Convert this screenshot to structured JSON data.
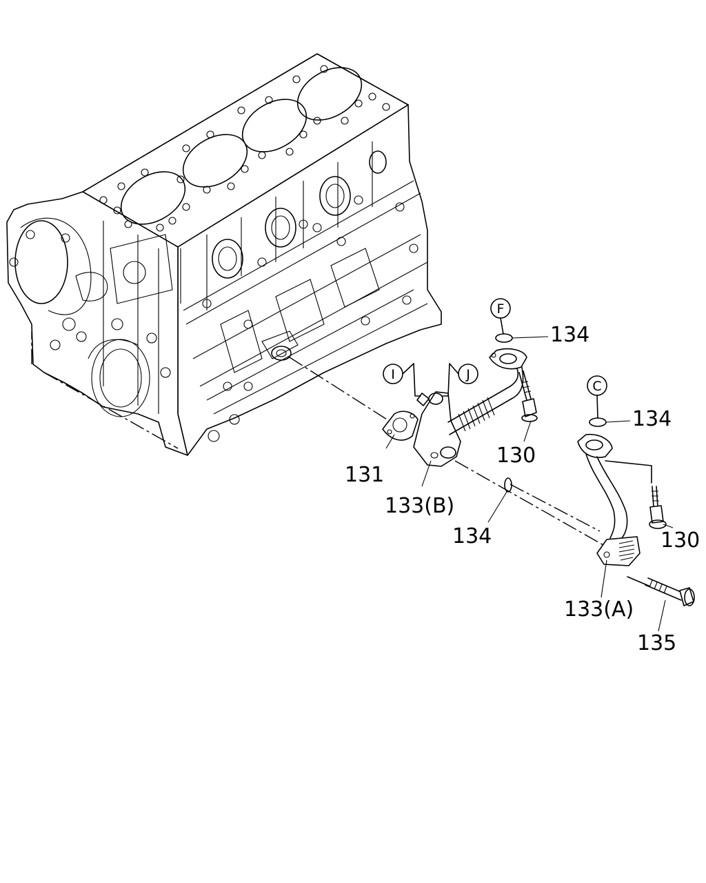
{
  "diagram": {
    "callouts": [
      {
        "id": "c-134-f",
        "text": "134"
      },
      {
        "id": "c-134-c",
        "text": "134"
      },
      {
        "id": "c-134-mid",
        "text": "134"
      },
      {
        "id": "c-130-top",
        "text": "130"
      },
      {
        "id": "c-130-right",
        "text": "130"
      },
      {
        "id": "c-131",
        "text": "131"
      },
      {
        "id": "c-133b",
        "text": "133(B)"
      },
      {
        "id": "c-133a",
        "text": "133(A)"
      },
      {
        "id": "c-135",
        "text": "135"
      }
    ],
    "reference_circles": [
      {
        "id": "ref-f",
        "letter": "F"
      },
      {
        "id": "ref-c",
        "letter": "C"
      },
      {
        "id": "ref-i",
        "letter": "I"
      },
      {
        "id": "ref-j",
        "letter": "J"
      }
    ]
  }
}
